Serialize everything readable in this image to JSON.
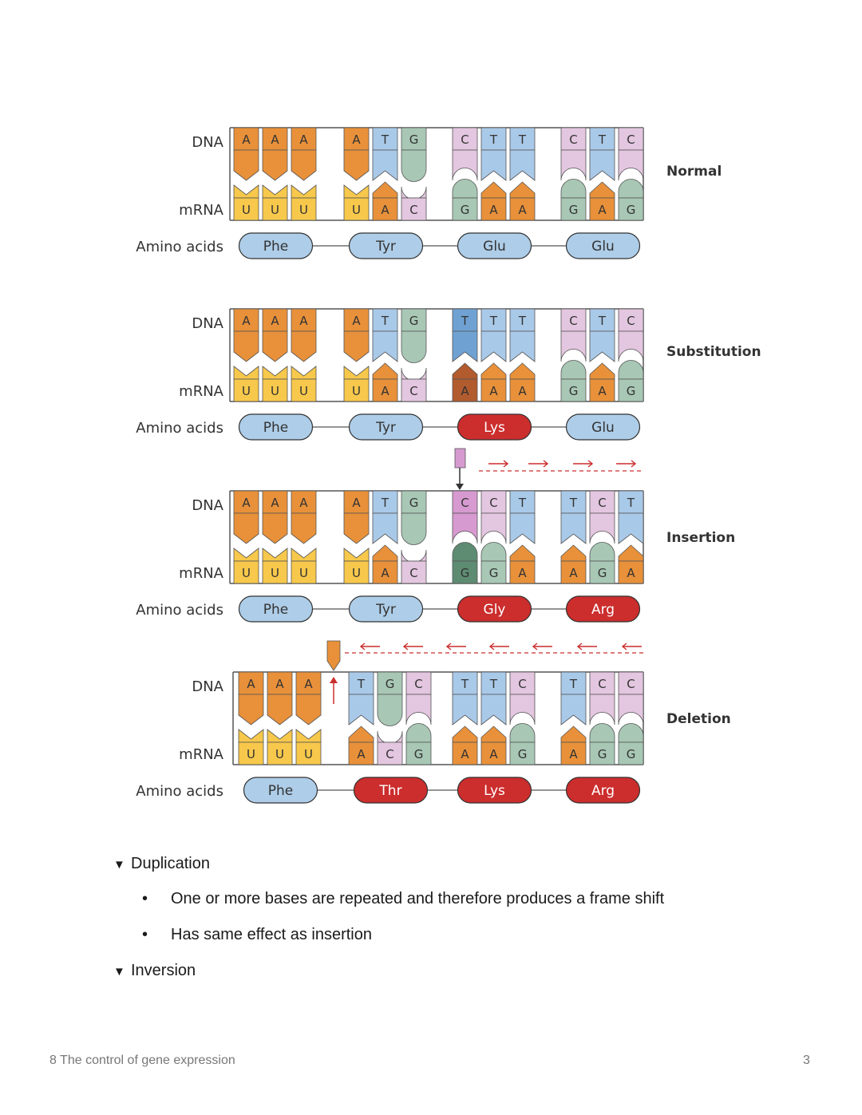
{
  "labels": {
    "dna": "DNA",
    "mrna": "mRNA",
    "amino": "Amino acids"
  },
  "colors": {
    "A": "#e8913a",
    "T": "#a9c9e8",
    "G": "#a8c7b5",
    "C": "#e3c6e0",
    "U": "#f7c84b",
    "A_mut": "#b25b2e",
    "G_mut": "#5e8c72",
    "T_mut": "#6fa2d3",
    "C_mut": "#d79ad0",
    "amino_normal": "#aecde8",
    "amino_mut": "#cc2d2d",
    "arrow": "#cc2d2d"
  },
  "panels": [
    {
      "title": "Normal",
      "dna": [
        "A",
        "A",
        "A",
        "A",
        "T",
        "G",
        "C",
        "T",
        "T",
        "C",
        "T",
        "C"
      ],
      "mrna": [
        "U",
        "U",
        "U",
        "U",
        "A",
        "C",
        "G",
        "A",
        "A",
        "G",
        "A",
        "G"
      ],
      "amino": [
        {
          "name": "Phe",
          "mutant": false
        },
        {
          "name": "Tyr",
          "mutant": false
        },
        {
          "name": "Glu",
          "mutant": false
        },
        {
          "name": "Glu",
          "mutant": false
        }
      ]
    },
    {
      "title": "Substitution",
      "dna": [
        "A",
        "A",
        "A",
        "A",
        "T",
        "G",
        "T",
        "T",
        "T",
        "C",
        "T",
        "C"
      ],
      "mrna": [
        "U",
        "U",
        "U",
        "U",
        "A",
        "C",
        "A",
        "A",
        "A",
        "G",
        "A",
        "G"
      ],
      "dna_mut": [
        6
      ],
      "mrna_mut": [
        6
      ],
      "amino": [
        {
          "name": "Phe",
          "mutant": false
        },
        {
          "name": "Tyr",
          "mutant": false
        },
        {
          "name": "Lys",
          "mutant": true
        },
        {
          "name": "Glu",
          "mutant": false
        }
      ]
    },
    {
      "title": "Insertion",
      "dna": [
        "A",
        "A",
        "A",
        "A",
        "T",
        "G",
        "C",
        "C",
        "T",
        "T",
        "C",
        "T"
      ],
      "mrna": [
        "U",
        "U",
        "U",
        "U",
        "A",
        "C",
        "G",
        "G",
        "A",
        "A",
        "G",
        "A"
      ],
      "dna_mut": [
        6
      ],
      "mrna_mut": [
        6
      ],
      "amino": [
        {
          "name": "Phe",
          "mutant": false
        },
        {
          "name": "Tyr",
          "mutant": false
        },
        {
          "name": "Gly",
          "mutant": true
        },
        {
          "name": "Arg",
          "mutant": true
        }
      ]
    },
    {
      "title": "Deletion",
      "dna": [
        "A",
        "A",
        "A",
        "T",
        "G",
        "C",
        "T",
        "T",
        "C",
        "T",
        "C",
        "C"
      ],
      "mrna": [
        "U",
        "U",
        "U",
        "A",
        "C",
        "G",
        "A",
        "A",
        "G",
        "A",
        "G",
        "G"
      ],
      "amino": [
        {
          "name": "Phe",
          "mutant": false
        },
        {
          "name": "Thr",
          "mutant": true
        },
        {
          "name": "Lys",
          "mutant": true
        },
        {
          "name": "Arg",
          "mutant": true
        }
      ]
    }
  ],
  "toggles": [
    {
      "label": "Duplication",
      "bullets": [
        "One or more bases are repeated and therefore produces a frame shift",
        "Has same effect as insertion"
      ]
    },
    {
      "label": "Inversion",
      "bullets": []
    }
  ],
  "footer": {
    "chapter": "8 The control of gene expression",
    "page": "3"
  }
}
